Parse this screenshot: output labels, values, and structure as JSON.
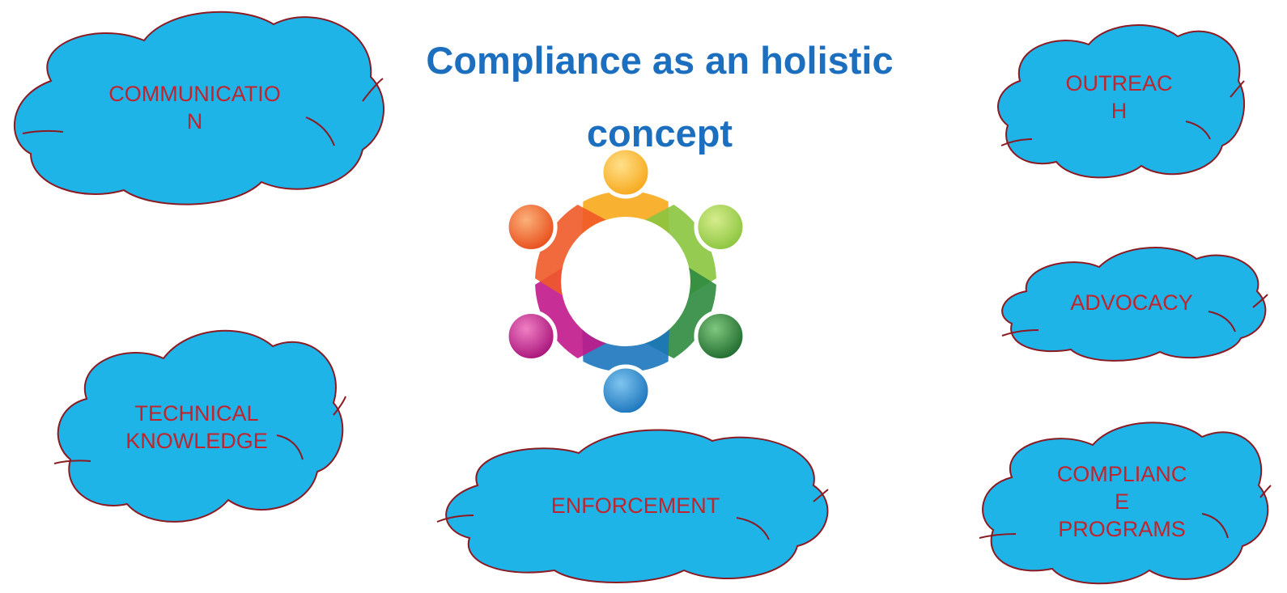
{
  "title": {
    "line1": "Compliance as an holistic",
    "line2": "concept"
  },
  "clouds": {
    "communication": {
      "lines": [
        "COMMUNICATIO",
        "N"
      ]
    },
    "outreach": {
      "lines": [
        "OUTREAC",
        "H"
      ]
    },
    "advocacy": {
      "lines": [
        "ADVOCACY"
      ]
    },
    "technical_knowledge": {
      "lines": [
        "TECHNICAL",
        "KNOWLEDGE"
      ]
    },
    "enforcement": {
      "lines": [
        "ENFORCEMENT"
      ]
    },
    "compliance_programs": {
      "lines": [
        "COMPLIANC",
        "E",
        "PROGRAMS"
      ]
    }
  },
  "colors": {
    "title": "#1C6FBF",
    "cloud_fill": "#1FB4E8",
    "cloud_outline": "#8B1A22",
    "cloud_text": "#C0242C",
    "people": [
      "#F7A81B",
      "#8BC53F",
      "#2E8B3E",
      "#1B75BC",
      "#C2188B",
      "#F05A28"
    ]
  },
  "icons": {
    "center_graphic": "people-circle-icon"
  }
}
